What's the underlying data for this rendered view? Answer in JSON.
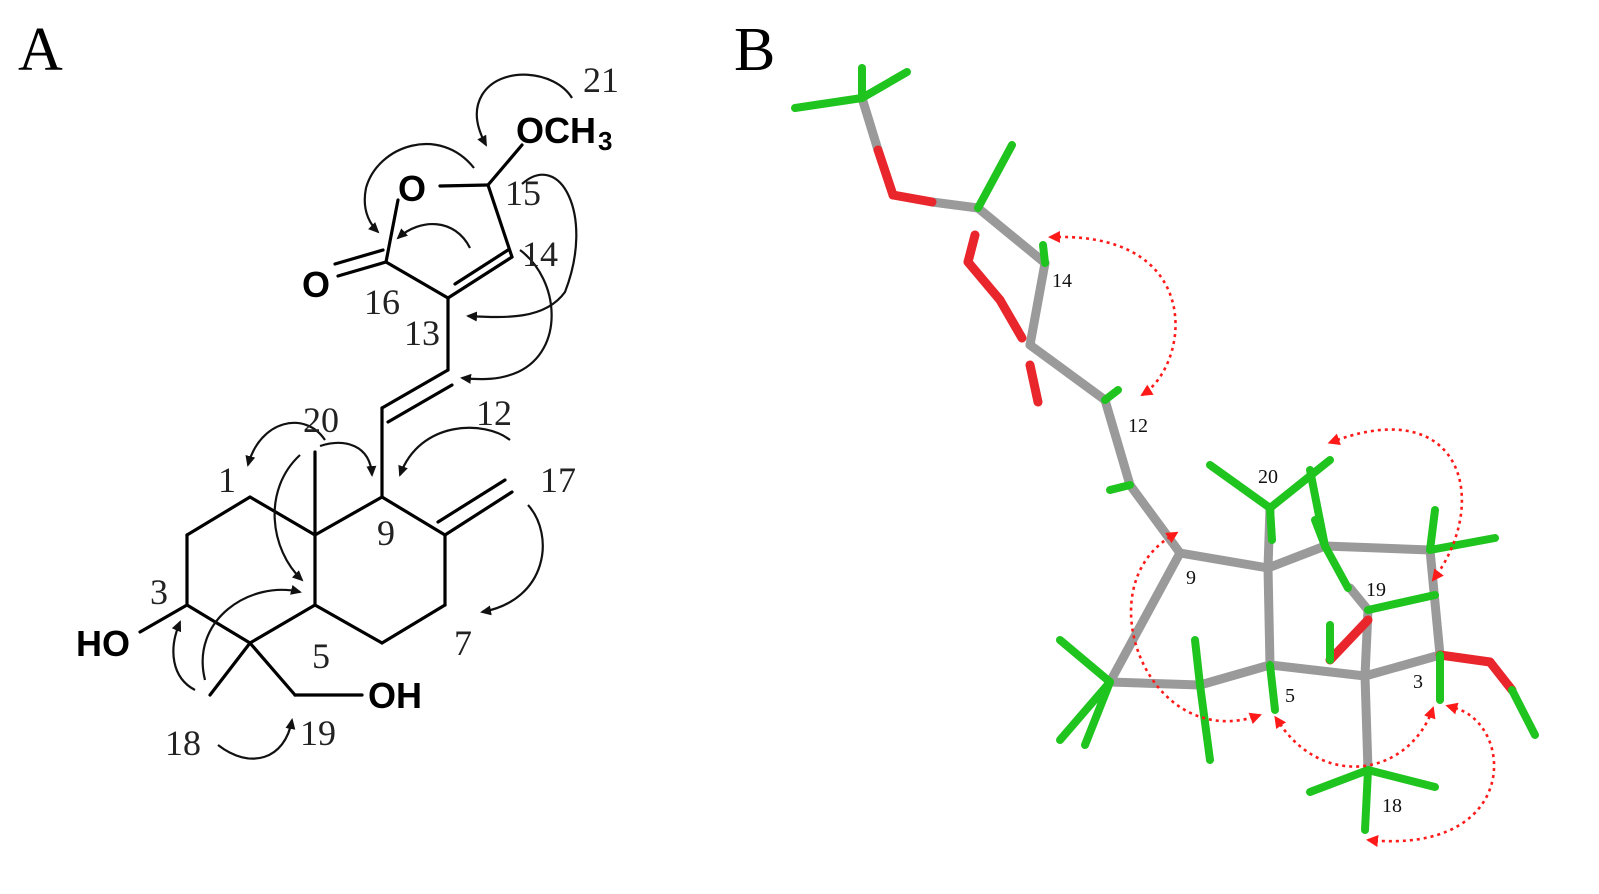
{
  "panel_a": {
    "letter": "A",
    "numbers": {
      "n21": "21",
      "n15": "15",
      "n14": "14",
      "n16": "16",
      "n13": "13",
      "n12": "12",
      "n20": "20",
      "n17": "17",
      "n1": "1",
      "n9": "9",
      "n3": "3",
      "n5": "5",
      "n7": "7",
      "n18": "18",
      "n19": "19"
    },
    "atoms": {
      "och": "OCH",
      "och_sub": "3",
      "ring_o": "O",
      "keto_o": "O",
      "ho": "HO",
      "oh": "OH"
    }
  },
  "panel_b": {
    "letter": "B",
    "numbers": {
      "n14": "14",
      "n12": "12",
      "n20": "20",
      "n9": "9",
      "n19": "19",
      "n5": "5",
      "n3": "3",
      "n18": "18"
    }
  },
  "colors": {
    "carbon": "#9a9a9a",
    "oxygen": "#e8262b",
    "hydrogen": "#1fc41f",
    "noe": "#ff1a1a"
  }
}
